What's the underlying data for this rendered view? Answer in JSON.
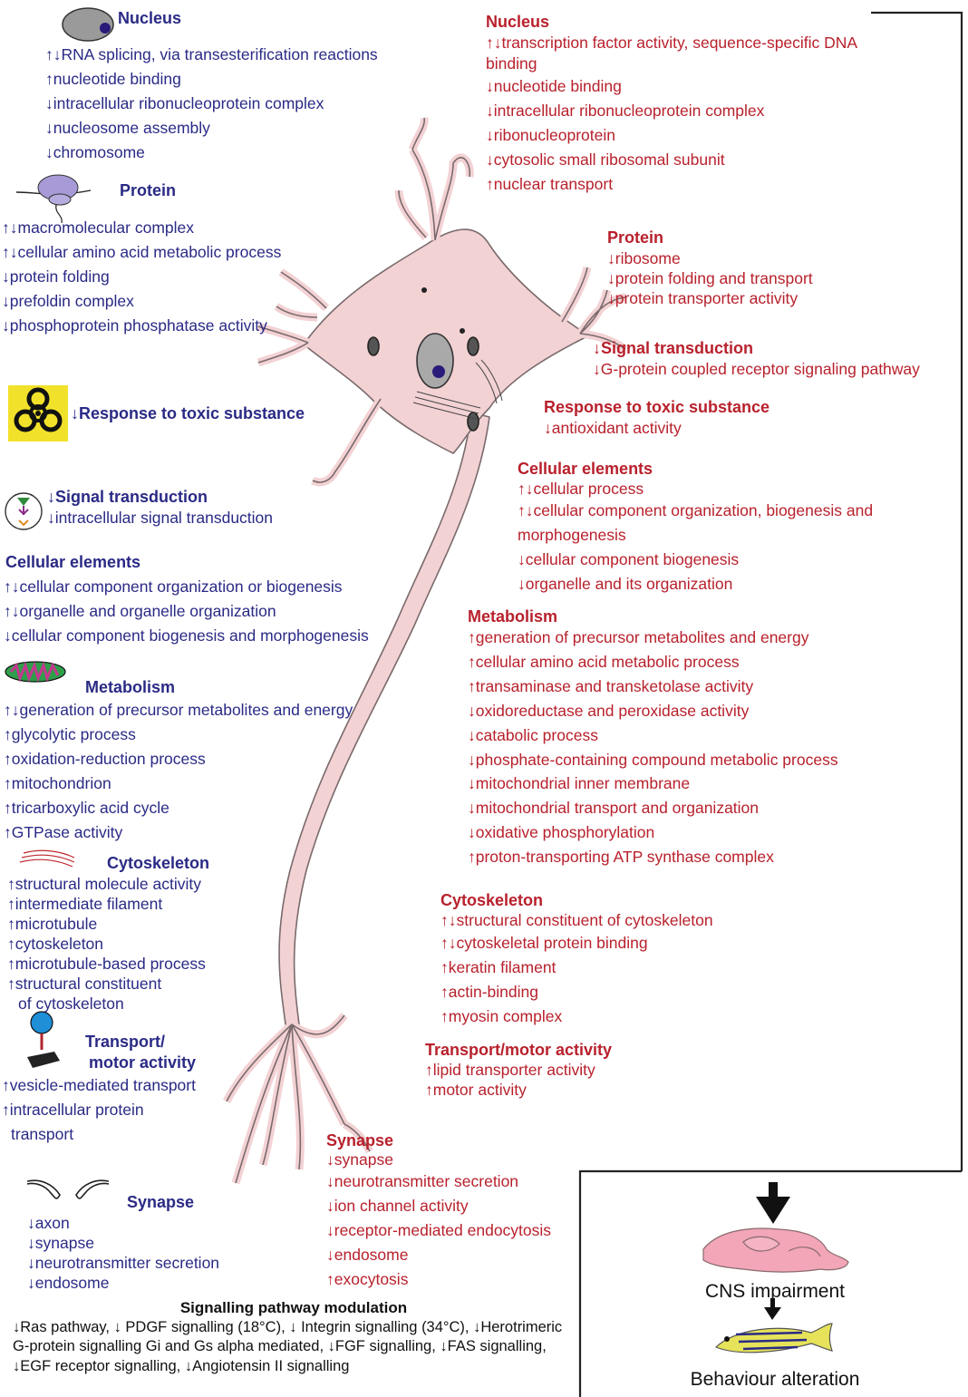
{
  "colors": {
    "left_text": "#2a2a86",
    "right_text": "#b8212c",
    "neuron_fill": "#f3d2d4",
    "neuron_stroke": "#7a6a6c",
    "hazard_yellow": "#f2e12a",
    "mitochondria_green": "#2d9e4a",
    "mitochondria_magenta": "#c4388f"
  },
  "left": {
    "nucleus": {
      "title": "Nucleus",
      "items": [
        "↑↓RNA splicing, via transesterification reactions",
        "↑nucleotide binding",
        "↓intracellular ribonucleoprotein complex",
        "↓nucleosome assembly",
        "↓chromosome"
      ]
    },
    "protein": {
      "title": "Protein",
      "items": [
        "↑↓macromolecular complex",
        "↑↓cellular amino acid metabolic process",
        "↓protein folding",
        "↓prefoldin complex",
        "↓phosphoprotein phosphatase activity"
      ]
    },
    "toxic": {
      "title": "↓Response to toxic substance"
    },
    "signal": {
      "title": "↓Signal transduction",
      "items": [
        "↓intracellular signal transduction"
      ]
    },
    "cellular": {
      "title": "Cellular elements",
      "items": [
        "↑↓cellular component organization or biogenesis",
        "↑↓organelle and organelle organization",
        "↓cellular component biogenesis and morphogenesis"
      ]
    },
    "metabolism": {
      "title": "Metabolism",
      "items": [
        "↑↓generation of precursor metabolites and energy",
        "↑glycolytic process",
        "↑oxidation-reduction process",
        "↑mitochondrion",
        "↑tricarboxylic acid cycle",
        "↑GTPase activity"
      ]
    },
    "cytoskeleton": {
      "title": "Cytoskeleton",
      "items": [
        "↑structural molecule activity",
        "↑intermediate filament",
        "↑microtubule",
        "↑cytoskeleton",
        "↑microtubule-based process",
        "↑structural constituent",
        "of cytoskeleton"
      ]
    },
    "transport": {
      "title_line1": "Transport/",
      "title_line2": "motor activity",
      "items": [
        "↑vesicle-mediated transport",
        "↑intracellular protein",
        "transport"
      ]
    },
    "synapse": {
      "title": "Synapse",
      "items": [
        "↓axon",
        "↓synapse",
        "↓neurotransmitter secretion",
        "↓endosome"
      ]
    }
  },
  "right": {
    "nucleus": {
      "title": "Nucleus",
      "items": [
        "↑↓transcription factor activity, sequence-specific DNA",
        "binding",
        "↓nucleotide binding",
        "↓intracellular ribonucleoprotein complex",
        "↓ribonucleoprotein",
        "↓cytosolic small ribosomal subunit",
        "↑nuclear transport"
      ]
    },
    "protein": {
      "title": "Protein",
      "items": [
        "↓ribosome",
        "↓protein folding and transport",
        "↓protein transporter activity"
      ]
    },
    "signal": {
      "title": "↓Signal transduction",
      "items": [
        "↓G-protein coupled receptor signaling pathway"
      ]
    },
    "toxic": {
      "title": "Response to toxic substance",
      "items": [
        "↓antioxidant activity"
      ]
    },
    "cellular": {
      "title": "Cellular elements",
      "items": [
        "↑↓cellular process",
        "↑↓cellular component organization,  biogenesis and",
        "morphogenesis",
        "↓cellular component biogenesis",
        "↓organelle and its organization"
      ]
    },
    "metabolism": {
      "title": "Metabolism",
      "items": [
        "↑generation of precursor metabolites and energy",
        "↑cellular amino acid metabolic process",
        "↑transaminase and transketolase activity",
        "↓oxidoreductase and peroxidase activity",
        "↓catabolic process",
        "↓phosphate-containing compound metabolic process",
        "↓mitochondrial inner membrane",
        "↓mitochondrial transport and organization",
        "↓oxidative phosphorylation",
        "↑proton-transporting ATP synthase complex"
      ]
    },
    "cytoskeleton": {
      "title": "Cytoskeleton",
      "items": [
        "↑↓structural constituent of cytoskeleton",
        "↑↓cytoskeletal protein binding",
        "↑keratin filament",
        "↑actin-binding",
        "↑myosin complex"
      ]
    },
    "transport": {
      "title": "Transport/motor activity",
      "items": [
        "↑lipid transporter activity",
        "↑motor activity"
      ]
    },
    "synapse": {
      "title": "Synapse",
      "items": [
        "↓synapse",
        "↓neurotransmitter secretion",
        "↓ion channel activity",
        "↓receptor-mediated endocytosis",
        "↓endosome",
        "↑exocytosis"
      ]
    }
  },
  "signalling": {
    "title": "Signalling pathway modulation",
    "text": "↓Ras pathway, ↓ PDGF signalling (18°C), ↓ Integrin signalling (34°C), ↓Herotrimeric G-protein signalling Gi and Gs alpha mediated, ↓FGF signalling, ↓FAS signalling, ↓EGF receptor signalling, ↓Angiotensin II signalling"
  },
  "outcome": {
    "cns_label": "CNS impairment",
    "behaviour_label": "Behaviour alteration"
  }
}
